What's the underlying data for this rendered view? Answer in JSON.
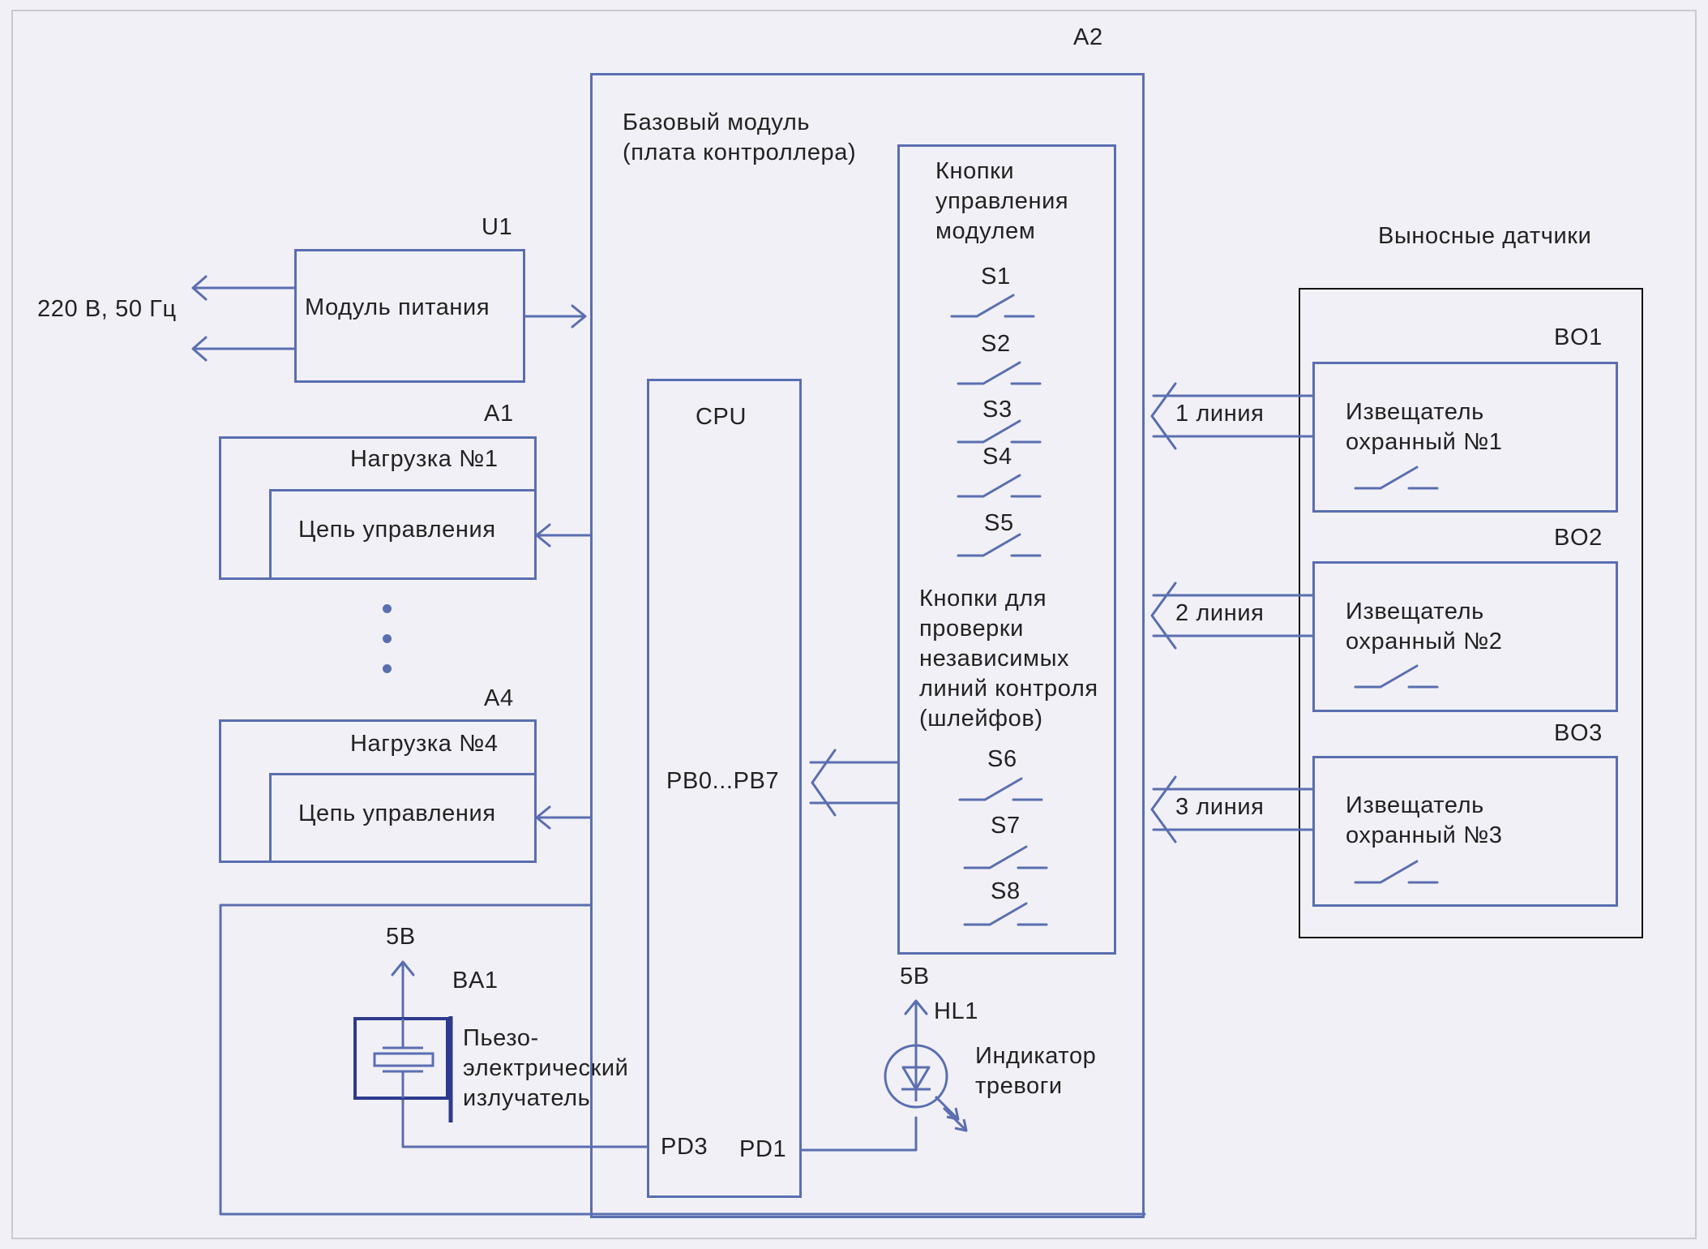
{
  "labels": {
    "a2": "A2",
    "base_module": "Базовый модуль\n(плата контроллера)",
    "u1": "U1",
    "mains": "220 В, 50 Гц",
    "power_module": "Модуль питания",
    "a1": "A1",
    "load1": "Нагрузка №1",
    "control1": "Цепь управления",
    "a4": "A4",
    "load4": "Нагрузка №4",
    "control4": "Цепь управления",
    "cpu": "CPU",
    "pb_ports": "PB0...PB7",
    "pd3": "PD3",
    "pd1": "PD1",
    "module_buttons": "Кнопки\nуправления\nмодулем",
    "s1": "S1",
    "s2": "S2",
    "s3": "S3",
    "s4": "S4",
    "s5": "S5",
    "loop_buttons": "Кнопки для\nпроверки\nнезависимых\nлиний контроля\n(шлейфов)",
    "s6": "S6",
    "s7": "S7",
    "s8": "S8",
    "remote_sensors": "Выносные датчики",
    "bo1": "BO1",
    "bo2": "BO2",
    "bo3": "BO3",
    "sensor1": "Извещатель\nохранный №1",
    "sensor2": "Извещатель\nохранный №2",
    "sensor3": "Извещатель\nохранный №3",
    "line1": "1 линия",
    "line2": "2 линия",
    "line3": "3 линия",
    "v5_buzzer": "5В",
    "ba1": "BA1",
    "buzzer": "Пьезо-\nэлектрический\nизлучатель",
    "v5_led": "5В",
    "hl1": "HL1",
    "alarm_led": "Индикатор\nтревоги"
  },
  "colors": {
    "wire": "#5a6eb0",
    "sensor_group_border": "#111111",
    "background": "#f1f0f6"
  }
}
